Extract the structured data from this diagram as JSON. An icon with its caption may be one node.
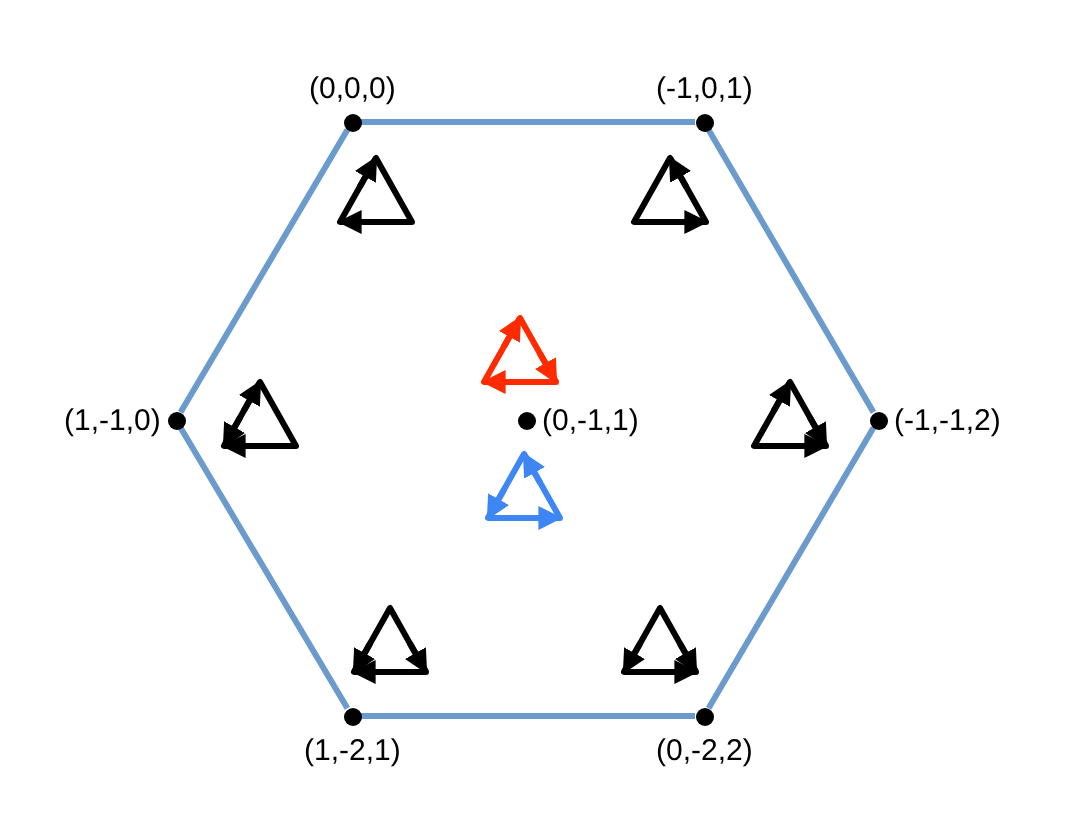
{
  "diagram": {
    "nodes": [
      {
        "text": [],
        "shape": "circle",
        "beside": [
          "(0,0,0)"
        ]
      },
      {
        "text": [],
        "shape": "circle",
        "beside": [
          "(-1,0,1)"
        ]
      },
      {
        "text": [],
        "shape": "circle",
        "beside": [
          "(1,-1,0)"
        ]
      },
      {
        "text": [],
        "shape": "circle",
        "beside": [
          "(0,-1,1)"
        ]
      },
      {
        "text": [],
        "shape": "circle",
        "beside": [
          "(-1,-1,2)"
        ]
      },
      {
        "text": [],
        "shape": "circle",
        "beside": [
          "(1,-2,1)"
        ]
      },
      {
        "text": [],
        "shape": "circle",
        "beside": [
          "(0,-2,2)"
        ]
      }
    ],
    "edges": [
      {
        "from": 0,
        "to": 1,
        "arrow": "none"
      },
      {
        "from": 1,
        "to": 4,
        "arrow": "none"
      },
      {
        "from": 4,
        "to": 6,
        "arrow": "none"
      },
      {
        "from": 6,
        "to": 5,
        "arrow": "none"
      },
      {
        "from": 5,
        "to": 2,
        "arrow": "none"
      },
      {
        "from": 2,
        "to": 0,
        "arrow": "none"
      }
    ]
  }
}
